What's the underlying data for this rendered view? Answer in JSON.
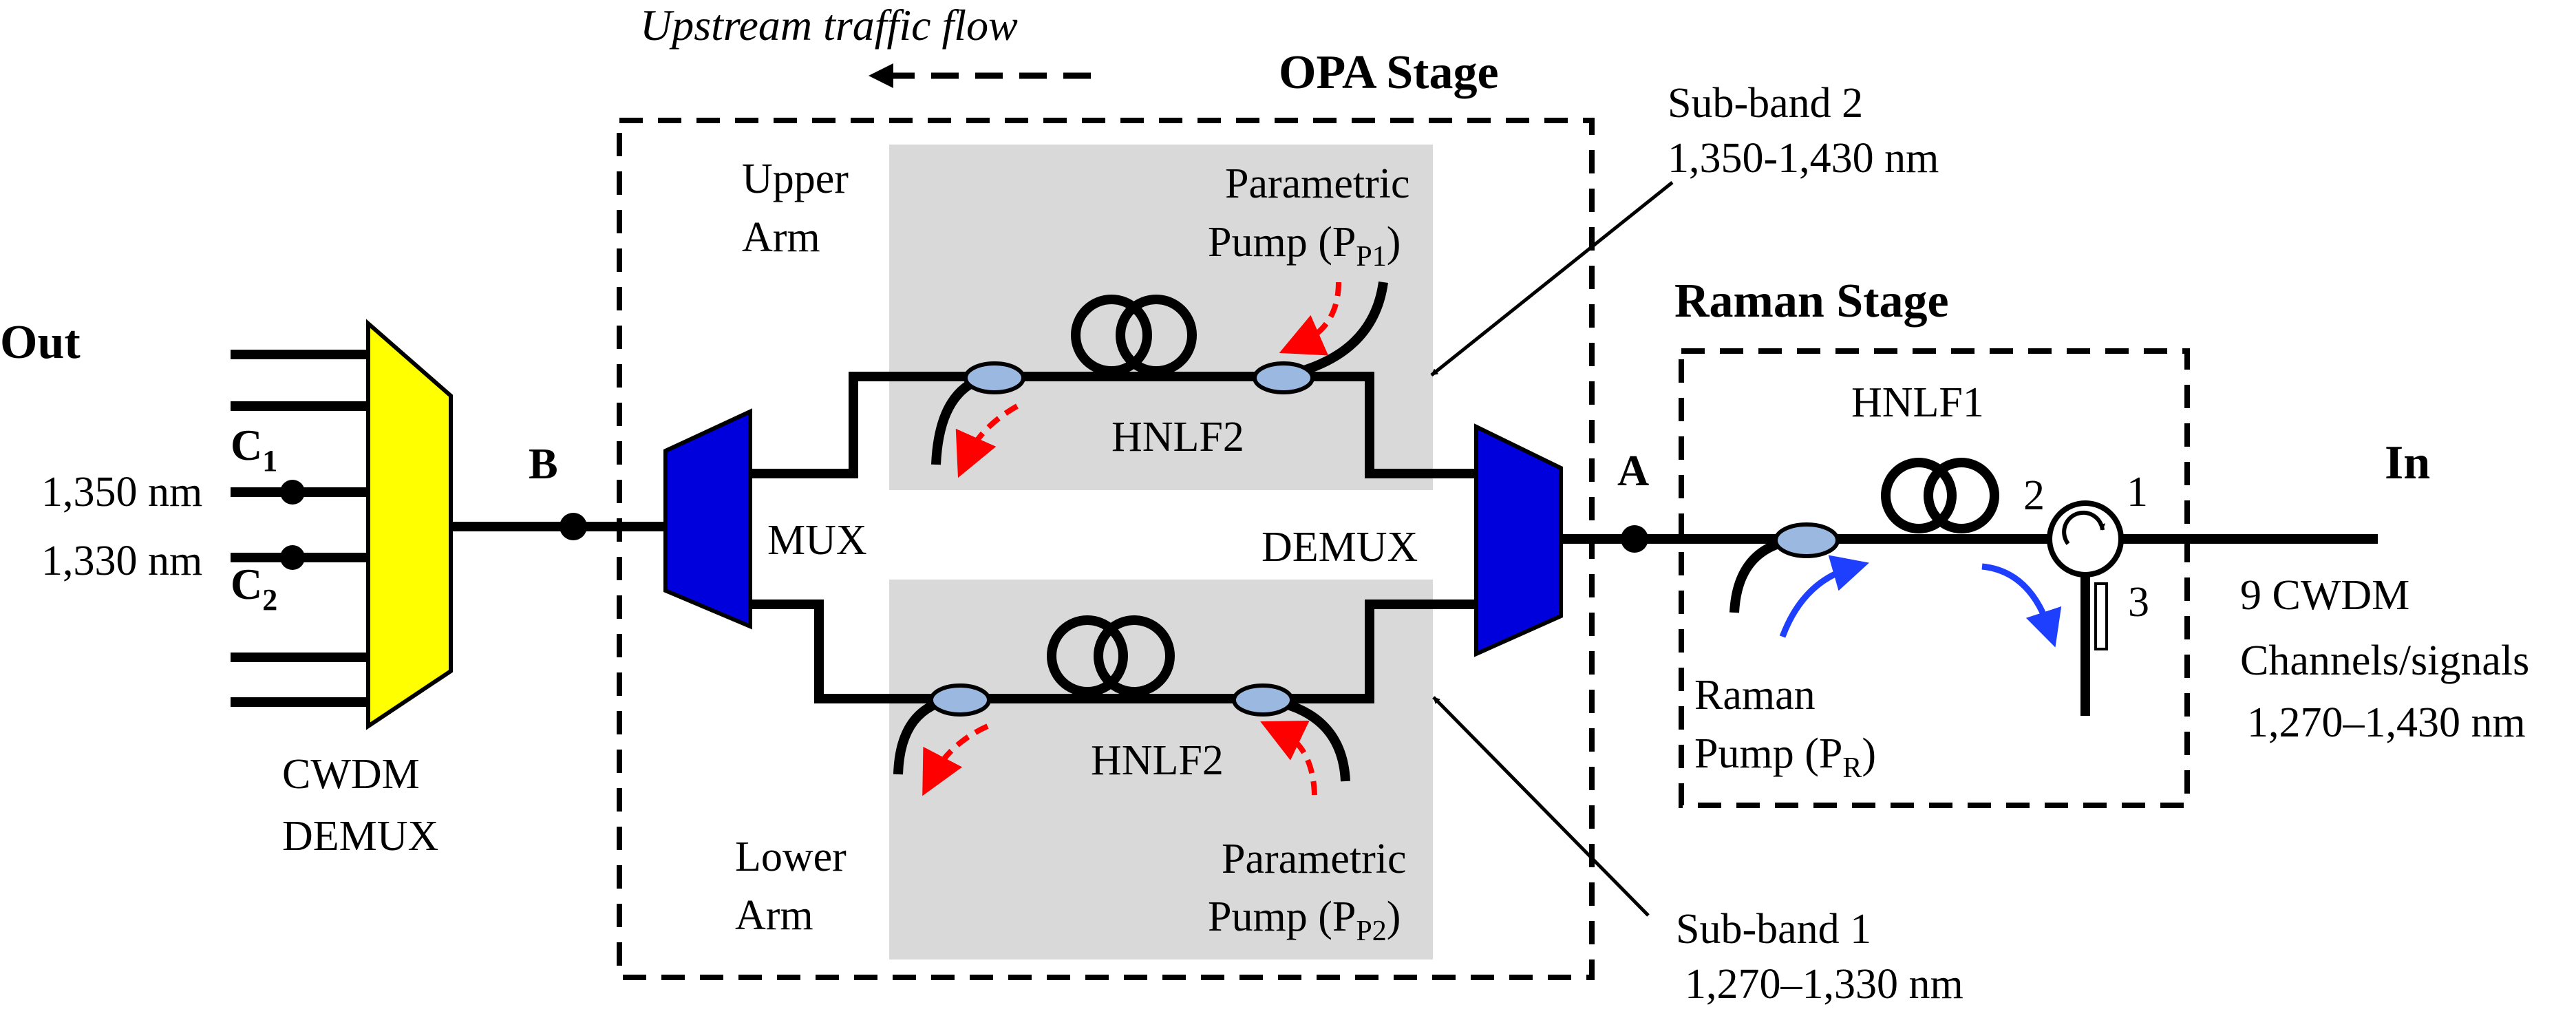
{
  "flow": {
    "label": "Upstream traffic flow"
  },
  "opa": {
    "title": "OPA Stage",
    "upper_arm_line1": "Upper",
    "upper_arm_line2": "Arm",
    "lower_arm_line1": "Lower",
    "lower_arm_line2": "Arm",
    "pump1_line1": "Parametric",
    "pump1_line2_prefix": "Pump (P",
    "pump1_sub": "P1",
    "pump1_suffix": ")",
    "pump2_line1": "Parametric",
    "pump2_line2_prefix": "Pump (P",
    "pump2_sub": "P2",
    "pump2_suffix": ")",
    "hnlf_upper": "HNLF2",
    "hnlf_lower": "HNLF2",
    "mux": "MUX",
    "demux": "DEMUX"
  },
  "subbands": {
    "band2_line1": "Sub-band 2",
    "band2_line2": "1,350-1,430 nm",
    "band1_line1": "Sub-band 1",
    "band1_line2": "1,270–1,330 nm"
  },
  "raman": {
    "title": "Raman Stage",
    "hnlf": "HNLF1",
    "pump_line1": "Raman",
    "pump_line2_prefix": "Pump (P",
    "pump_sub": "R",
    "pump_suffix": ")",
    "port1": "1",
    "port2": "2",
    "port3": "3"
  },
  "points": {
    "a": "A",
    "b": "B"
  },
  "output": {
    "label": "Out",
    "c1": "C",
    "c1_sub": "1",
    "c2": "C",
    "c2_sub": "2",
    "wl1": "1,350 nm",
    "wl2": "1,330 nm",
    "demux_line1": "CWDM",
    "demux_line2": "DEMUX"
  },
  "input": {
    "label": "In",
    "desc_line1": "9 CWDM",
    "desc_line2": "Channels/signals",
    "desc_line3": "1,270–1,430 nm"
  },
  "colors": {
    "cwdm_demux": "#ffff00",
    "mux_block": "#0000dd",
    "coupler": "#9bb8e0",
    "parametric_arrow": "#ff0000",
    "raman_arrow": "#1f3fff",
    "arm_background": "#d9d9d9"
  }
}
